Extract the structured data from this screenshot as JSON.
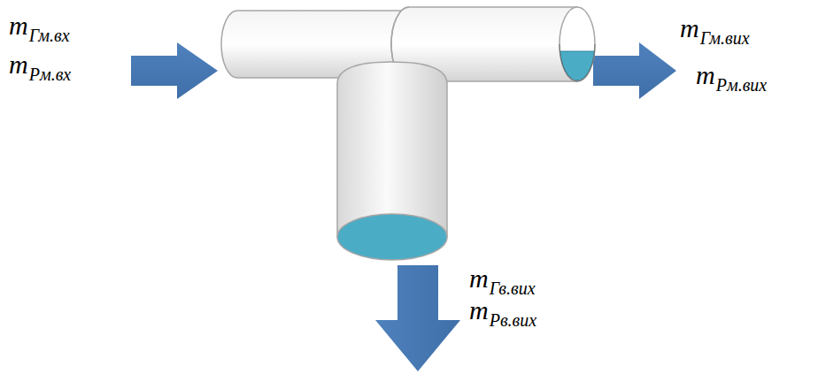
{
  "diagram": {
    "labels": [
      "m",
      "Гм.вх",
      "m",
      "Рм.вх",
      "m",
      "Гм.вих",
      "m",
      "Рм.вих",
      "m",
      "Гв.вих",
      "m",
      "Рв.вих"
    ]
  }
}
